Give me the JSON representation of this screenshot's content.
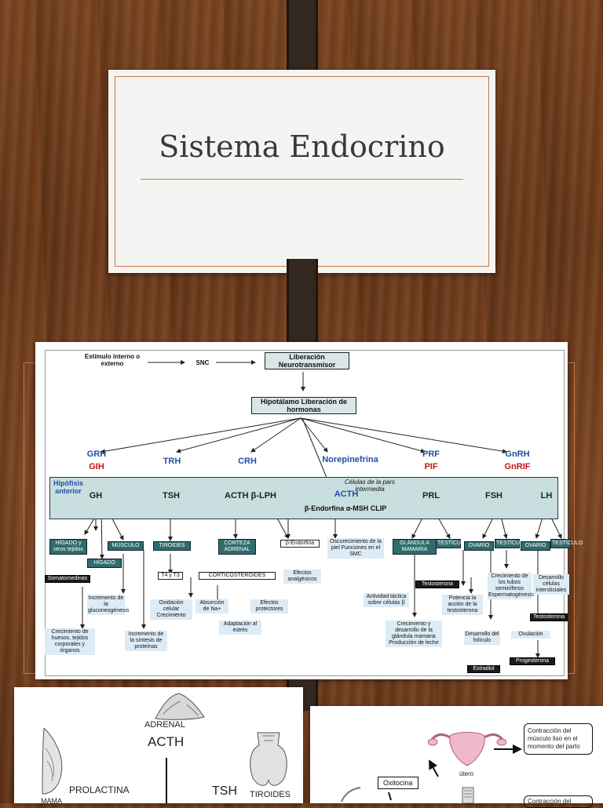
{
  "slide1": {
    "title": "Sistema Endocrino"
  },
  "chart": {
    "stimulus": "Estímulo interno o externo",
    "snc": "SNC",
    "liberacion": "Liberación Neurotransmisor",
    "hipotalamo": "Hipotálamo Liberación de hormonas",
    "hypothalamic": [
      "GRH",
      "TRH",
      "CRH",
      "Norepinefrina",
      "PRF",
      "GnRH"
    ],
    "inhibitory": [
      "GIH",
      "PIF",
      "GnRIF"
    ],
    "hipofisis": "Hipófisis anterior",
    "pars": "Células de la pars intermedia",
    "pituitary": [
      "GH",
      "TSH",
      "ACTH β-LPH",
      "ACTH",
      "PRL",
      "FSH",
      "LH"
    ],
    "endorfina": "β-Endorfina α-MSH CLIP",
    "targets": [
      "HÍGADO y otros tejidos",
      "HÍGADO",
      "MÚSCULO",
      "TIROIDES",
      "CORTEZA ADRENAL",
      "β-Endorfina",
      "GLÁNDULA MAMARIA",
      "TESTÍCULO",
      "OVARIO",
      "TESTÍCULO",
      "OVARIO",
      "TESTÍCULO"
    ],
    "somatomedinas": "Somatomedinas",
    "t4t3": "T4 y T3",
    "corticos": "CORTICOSTEROIDES",
    "testosterona": "Testosterona",
    "estradiol": "Estradiol",
    "progesterona": "Progesterona",
    "testosterona2": "Testosterona",
    "effects": {
      "crec": "Crecimiento de huesos, tejidos corporales y órganos",
      "gluco": "Incremento de la gluconeogénesis",
      "prot": "Incremento de la síntesis de proteínas",
      "oxid": "Oxidación celular Crecimiento",
      "absorcion": "Absorción de Na+",
      "adapt": "Adaptación al estrés",
      "protect": "Efectos protectores",
      "analg": "Efectos analgésicos",
      "oscur": "Oscurecimiento de la piel Funciones en el SMC",
      "tactica": "Actividad táctica sobre células β",
      "mama": "Crecimiento y desarrollo de la glándula mamaria Producción de leche",
      "potencia": "Potencia la acción de la testosterona",
      "tubos": "Crecimiento de los tubos seminíferos Espermatogénesis",
      "foliculo": "Desarrollo del folículo",
      "ovul": "Ovulación",
      "desarrollo": "Desarrollo células intersticiales"
    }
  },
  "slide3": {
    "adrenal": "ADRENAL",
    "acth": "ACTH",
    "prolactina": "PROLACTINA",
    "mama": "MAMA",
    "tsh": "TSH",
    "tiroides": "TIROIDES"
  },
  "slide4": {
    "oxitocina": "Oxitocina",
    "utero": "útero",
    "contraccion": "Contracción del músculo liso en el momento del parto",
    "contraccion2": "Contracción del"
  }
}
